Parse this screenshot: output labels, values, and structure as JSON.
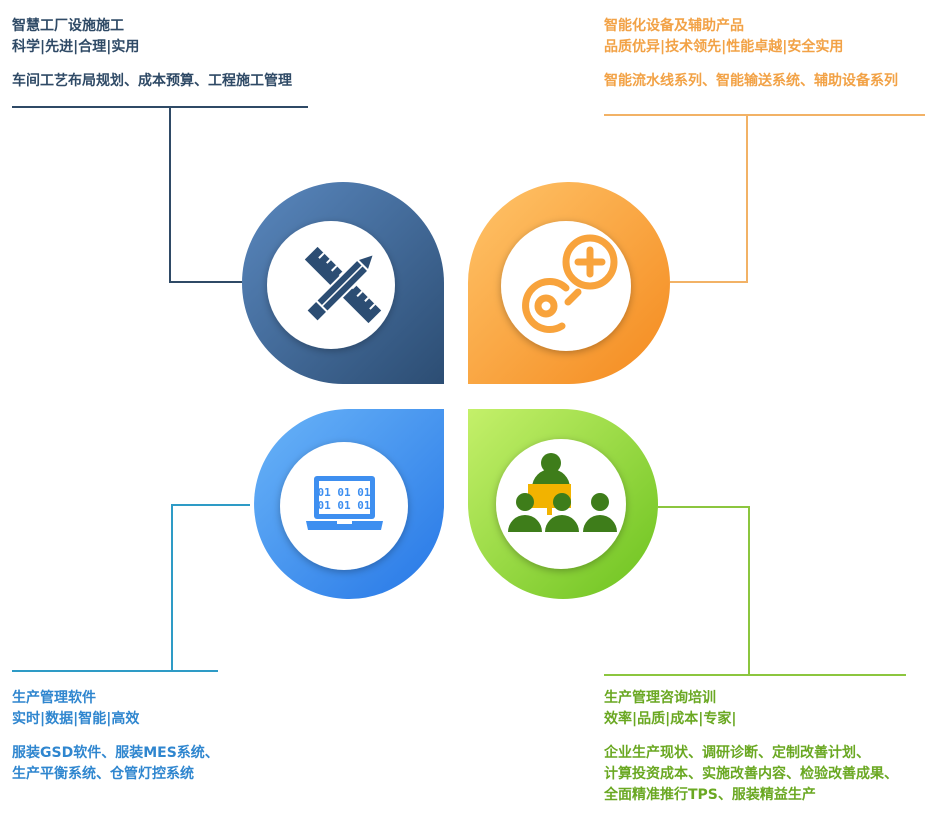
{
  "colors": {
    "navy": "#3b6290",
    "orange": "#f8a33c",
    "blue": "#3e8ff0",
    "green": "#8ed43c",
    "line_navy": "#2f4a66",
    "line_orange": "#f2b266",
    "line_blue": "#2e9bc6",
    "line_green": "#8cc63f"
  },
  "sections": {
    "top_left": {
      "title": "智慧工厂设施施工",
      "tags": "科学|先进|合理|实用",
      "desc": "车间工艺布局规划、成本预算、工程施工管理",
      "icon": "pencil-ruler-icon"
    },
    "top_right": {
      "title": "智能化设备及辅助产品",
      "tags": "品质优异|技术领先|性能卓越|安全实用",
      "desc": "智能流水线系列、智能输送系统、辅助设备系列",
      "icon": "chain-link-plus-icon"
    },
    "bottom_left": {
      "title": "生产管理软件",
      "tags": "实时|数据|智能|高效",
      "desc_1": "服装GSD软件、服装MES系统、",
      "desc_2": "生产平衡系统、仓管灯控系统",
      "icon": "laptop-binary-icon",
      "binary_1": "01 01 01",
      "binary_2": "01 01 01"
    },
    "bottom_right": {
      "title": "生产管理咨询培训",
      "tags": "效率|品质|成本|专家|",
      "desc_1": "企业生产现状、调研诊断、定制改善计划、",
      "desc_2": "计算投资成本、实施改善内容、检验改善成果、",
      "desc_3": "全面精准推行TPS、服装精益生产",
      "icon": "training-group-icon"
    }
  }
}
